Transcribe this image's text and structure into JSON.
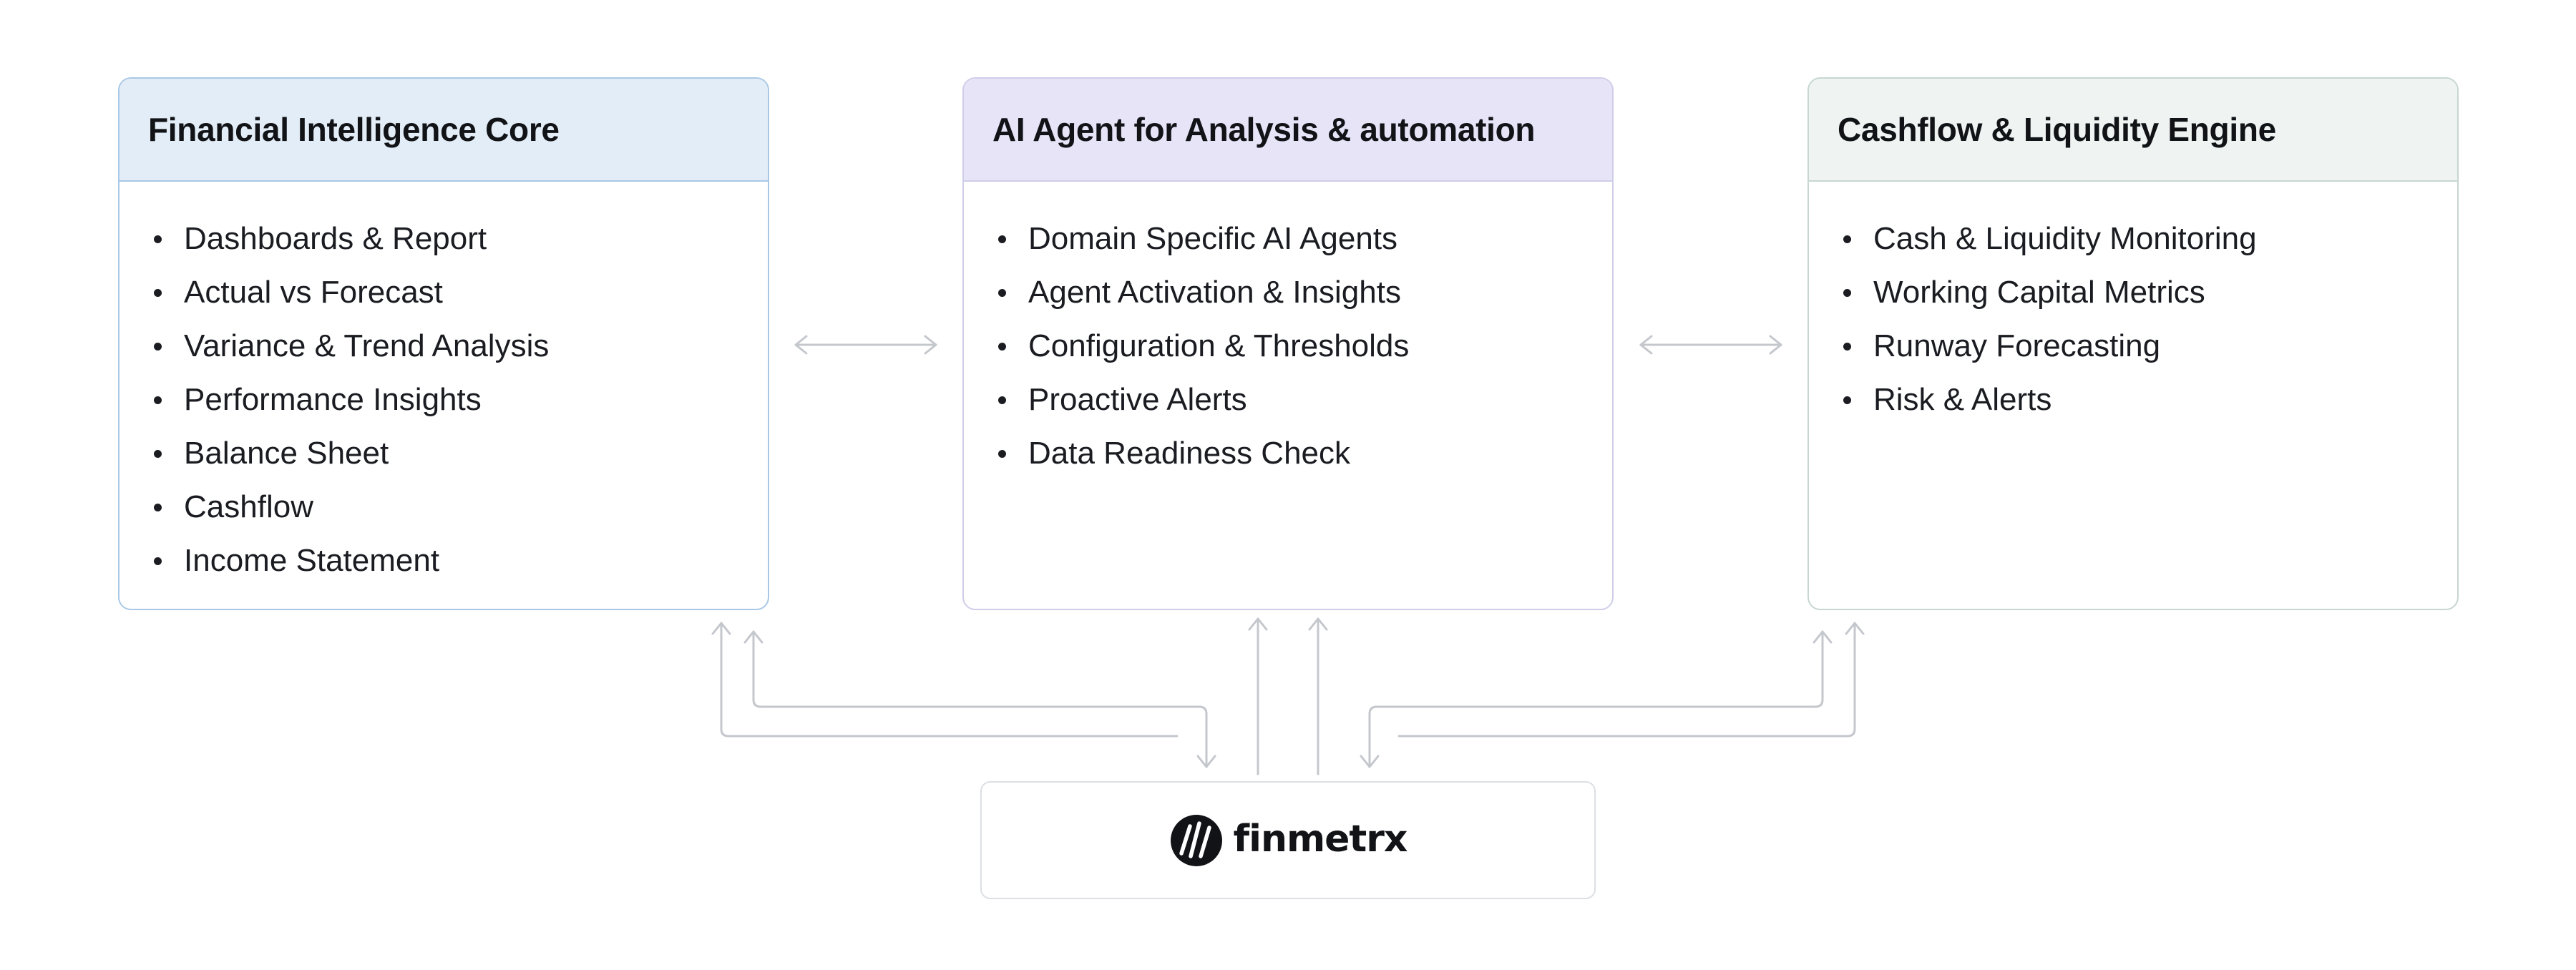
{
  "cards": {
    "left": {
      "title": "Financial Intelligence Core",
      "items": [
        "Dashboards & Report",
        "Actual vs Forecast",
        "Variance & Trend Analysis",
        "Performance Insights",
        "Balance Sheet",
        "Cashflow",
        "Income Statement"
      ],
      "border_color": "#a9c8e6",
      "header_bg": "#e3edf7"
    },
    "middle": {
      "title": "AI Agent for Analysis & automation",
      "items": [
        "Domain Specific AI Agents",
        "Agent Activation & Insights",
        "Configuration & Thresholds",
        "Proactive Alerts",
        "Data Readiness Check"
      ],
      "border_color": "#cfcdea",
      "header_bg": "#e7e4f8"
    },
    "right": {
      "title": "Cashflow & Liquidity Engine",
      "items": [
        "Cash & Liquidity Monitoring",
        "Working Capital Metrics",
        "Runway Forecasting",
        "Risk & Alerts"
      ],
      "border_color": "#c7d6d2",
      "header_bg": "#eff4f2"
    }
  },
  "logo": {
    "text": "finmetrx",
    "icon": "finmetrx-logo-mark"
  },
  "connector_color": "#c4c7cc"
}
